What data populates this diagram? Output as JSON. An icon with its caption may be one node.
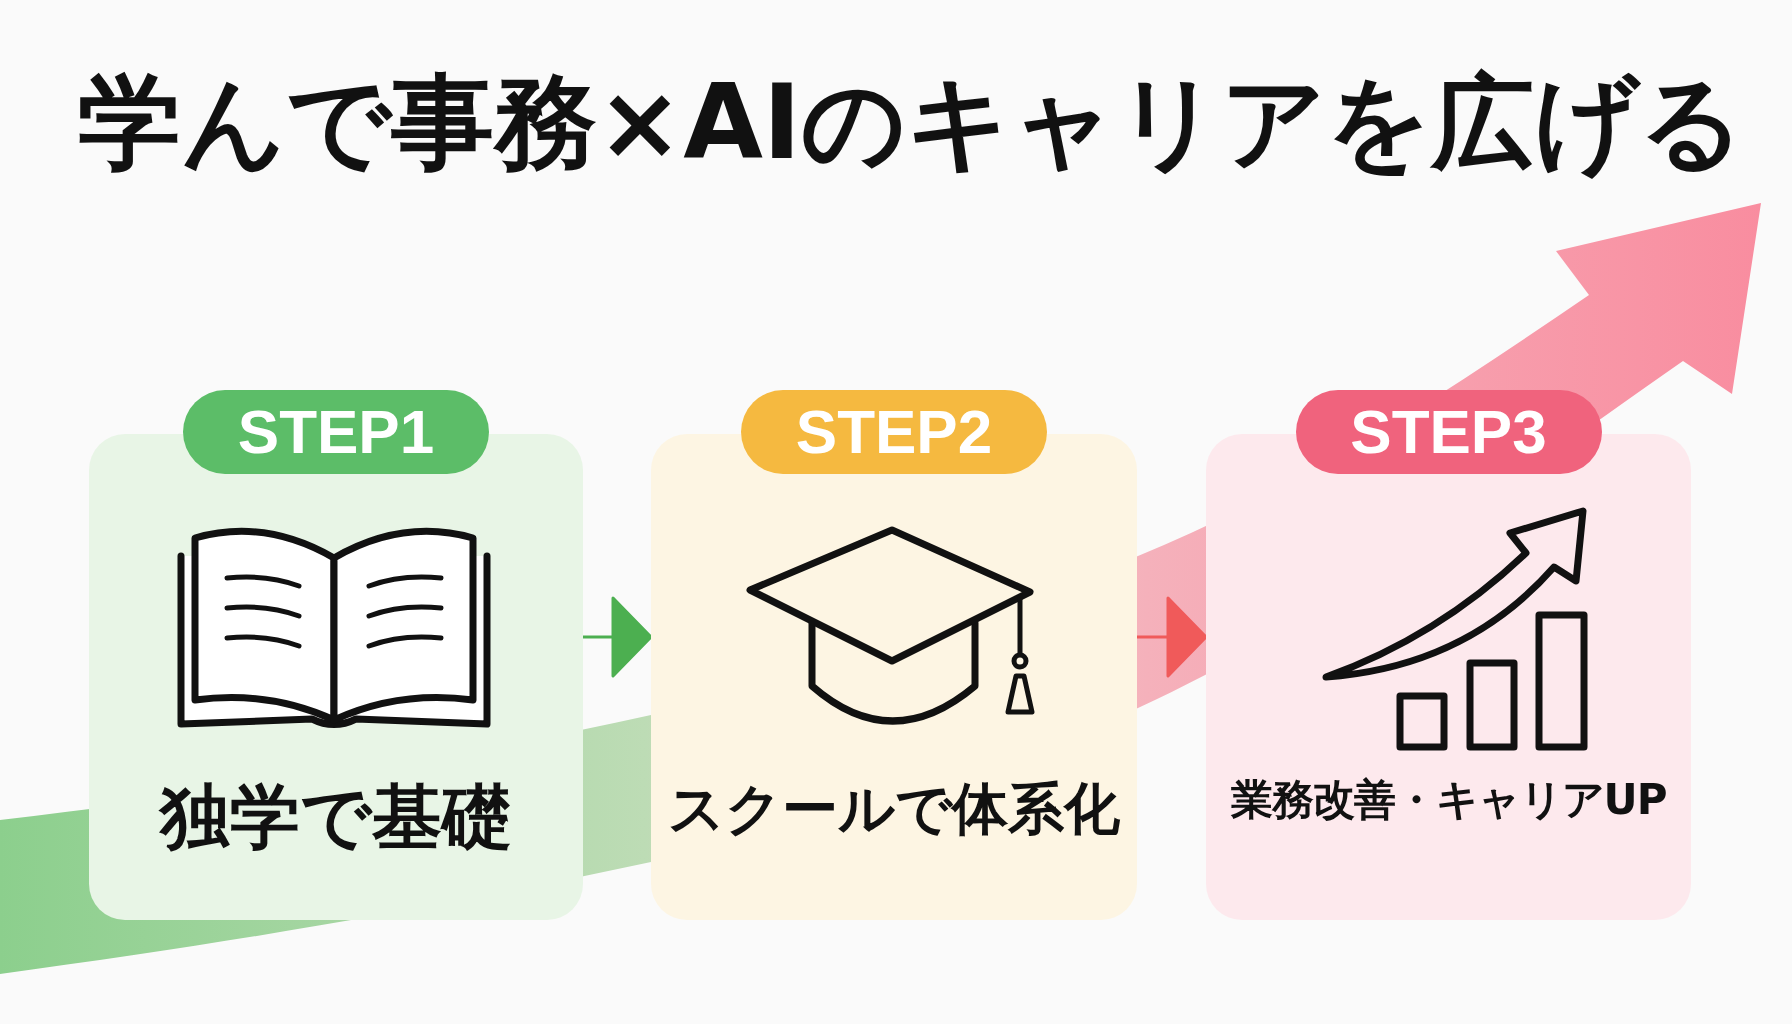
{
  "diagram": {
    "title": "学んで事務×AIのキャリアを広げる",
    "nodes": [
      {
        "text": [
          "STEP1",
          "独学で基礎"
        ]
      },
      {
        "text": [
          "STEP2",
          "スクールで体系化"
        ]
      },
      {
        "text": [
          "STEP3",
          "業務改善・キャリアUP"
        ]
      }
    ],
    "edges": [
      {
        "from": 0,
        "to": 1,
        "arrow": "to",
        "color": "#4caf50"
      },
      {
        "from": 1,
        "to": 2,
        "arrow": "to",
        "color": "#f05a5a"
      }
    ]
  }
}
